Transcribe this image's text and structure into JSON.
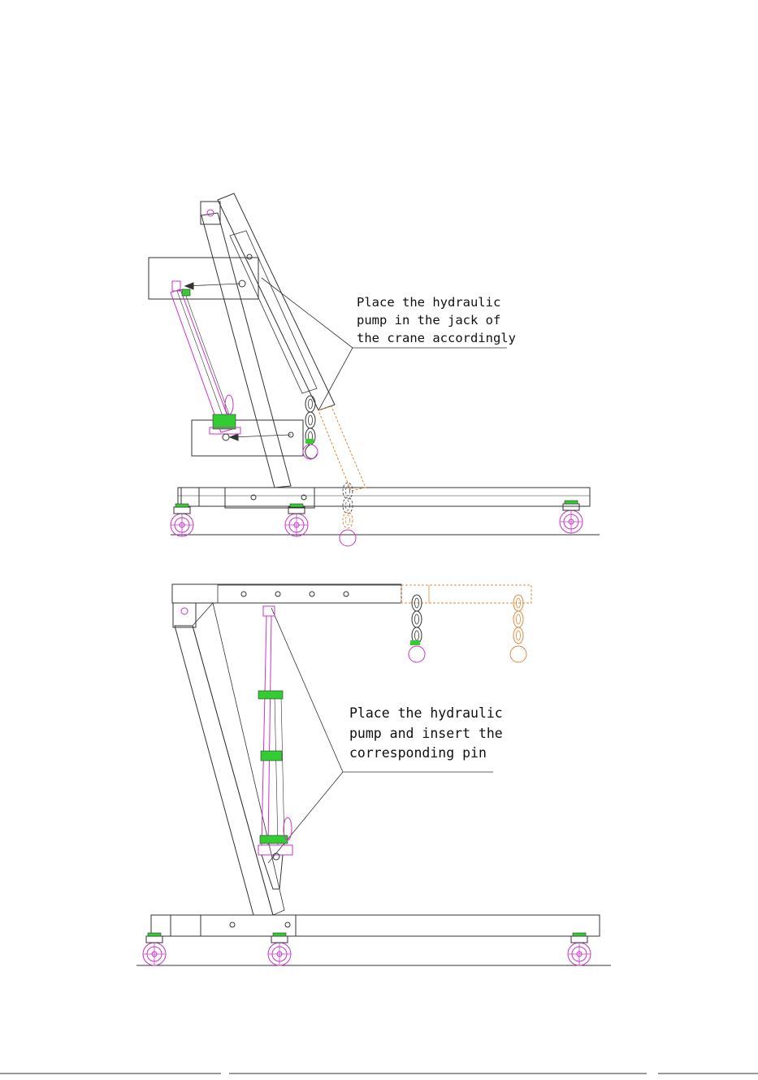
{
  "diagrams": [
    {
      "id": "folded",
      "annotation": [
        "Place the hydraulic",
        "pump in the jack of",
        "the crane accordingly"
      ]
    },
    {
      "id": "extended",
      "annotation": [
        "Place the hydraulic",
        "pump and insert the",
        "corresponding pin"
      ]
    }
  ],
  "colors": {
    "line": "#333333",
    "hydraulic_outline": "#cc33cc",
    "hydraulic_fitting": "#33cc33",
    "extension_ghost": "#e08a3c"
  }
}
